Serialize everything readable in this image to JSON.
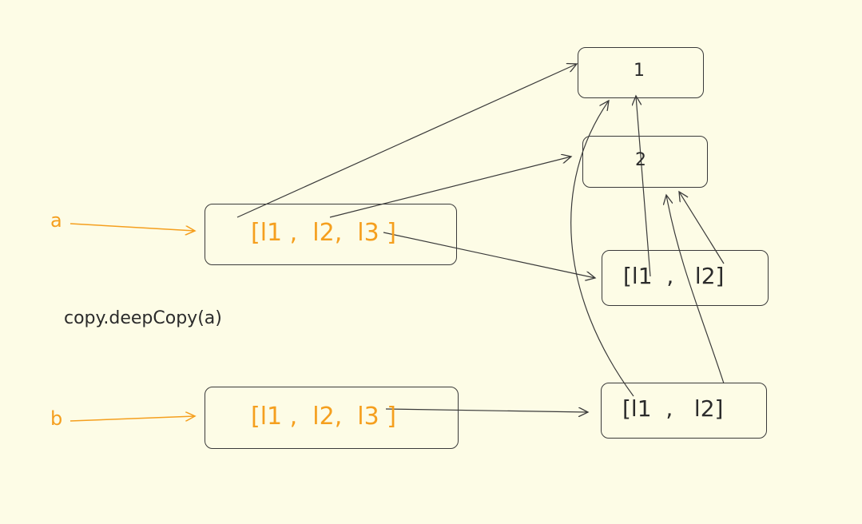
{
  "variables": {
    "a": "a",
    "b": "b"
  },
  "code": "copy.deepCopy(a)",
  "list_a_text": "[l1 ,  l2,  l3 ]",
  "list_b_text": "[l1 ,  l2,  l3 ]",
  "inner_list_1_text": "[l1  ,   l2]",
  "inner_list_2_text": "[l1  ,   l2]",
  "int_nodes": {
    "one": "1",
    "two": "2"
  },
  "colors": {
    "background": "#fdfce6",
    "accent": "#f59f1e",
    "stroke": "#3a3a3a"
  }
}
